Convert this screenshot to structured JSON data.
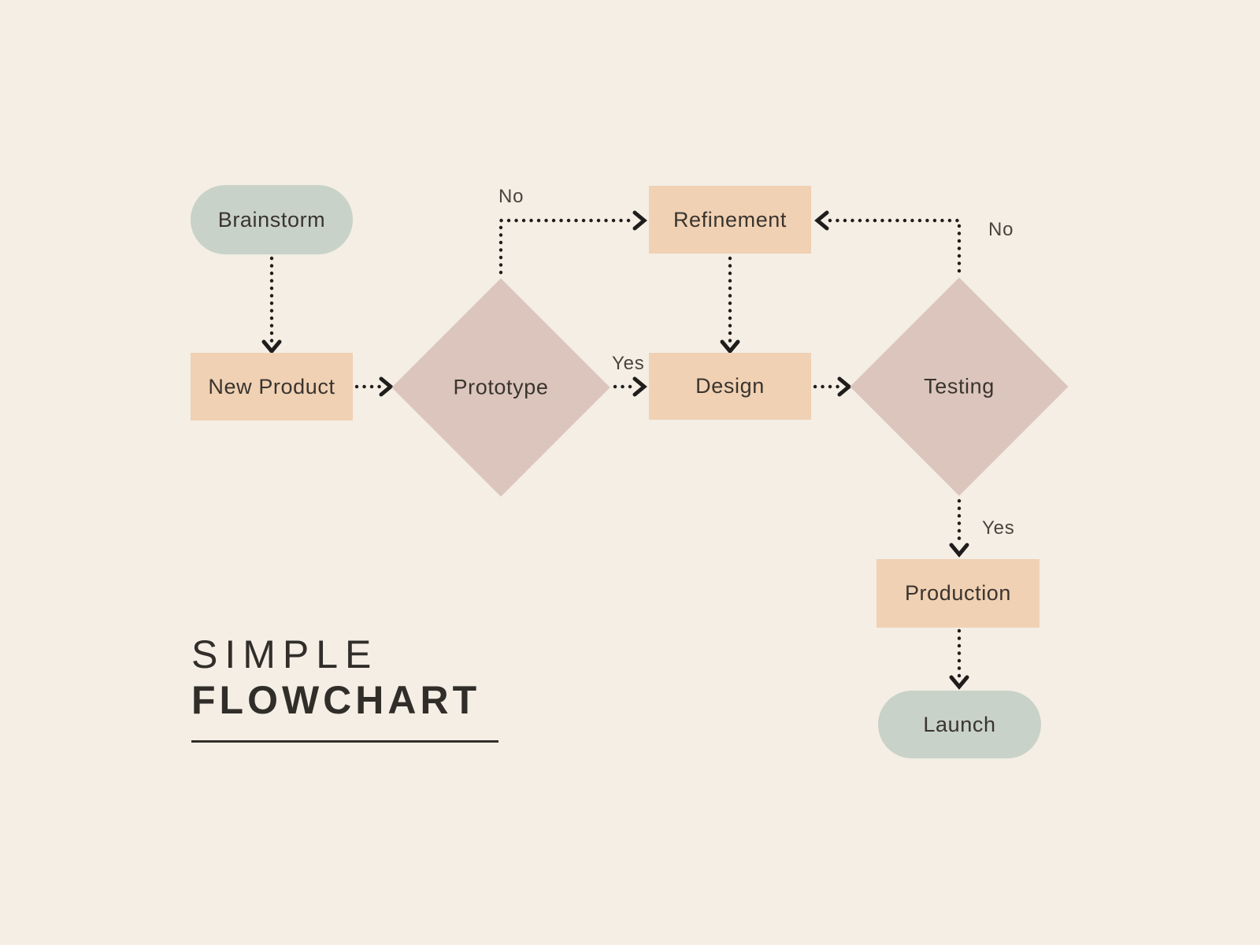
{
  "title": {
    "line1": "SIMPLE",
    "line2": "FLOWCHART"
  },
  "colors": {
    "background": "#f4eee5",
    "pill": "#c8d2c8",
    "rect": "#f0d1b4",
    "diamond": "#dbc5bc",
    "arrow": "#1f1d1b",
    "node_text": "#3a342e",
    "label_text": "#4a443e",
    "title_text": "#312e2a"
  },
  "nodes": [
    {
      "id": "brainstorm",
      "label": "Brainstorm",
      "shape": "pill"
    },
    {
      "id": "new-product",
      "label": "New Product",
      "shape": "rect"
    },
    {
      "id": "prototype",
      "label": "Prototype",
      "shape": "diamond"
    },
    {
      "id": "refinement",
      "label": "Refinement",
      "shape": "rect"
    },
    {
      "id": "design",
      "label": "Design",
      "shape": "rect"
    },
    {
      "id": "testing",
      "label": "Testing",
      "shape": "diamond"
    },
    {
      "id": "production",
      "label": "Production",
      "shape": "rect"
    },
    {
      "id": "launch",
      "label": "Launch",
      "shape": "pill"
    }
  ],
  "edge_labels": {
    "prototype_no": "No",
    "prototype_yes": "Yes",
    "testing_no": "No",
    "testing_yes": "Yes"
  }
}
